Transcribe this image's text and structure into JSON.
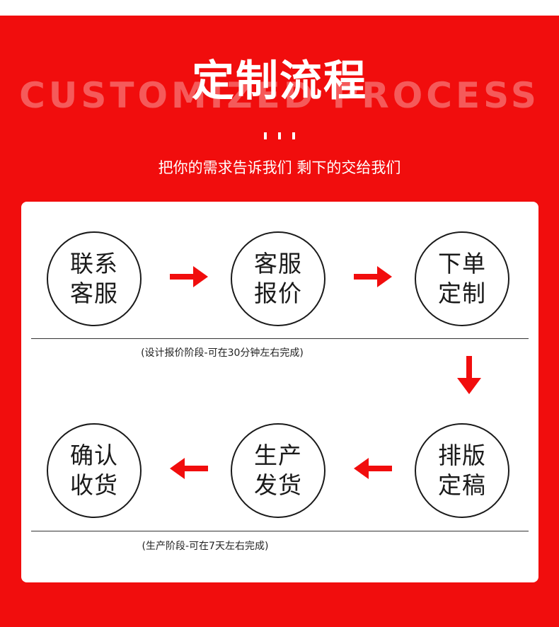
{
  "header": {
    "title": "定制流程",
    "watermark": "CUSTOMIZED PROCESS",
    "subtitle": "把你的需求告诉我们 剩下的交给我们"
  },
  "steps_row1": [
    {
      "line1": "联系",
      "line2": "客服"
    },
    {
      "line1": "客服",
      "line2": "报价"
    },
    {
      "line1": "下单",
      "line2": "定制"
    }
  ],
  "steps_row2": [
    {
      "line1": "确认",
      "line2": "收货"
    },
    {
      "line1": "生产",
      "line2": "发货"
    },
    {
      "line1": "排版",
      "line2": "定稿"
    }
  ],
  "notes": {
    "design_stage": "(设计报价阶段-可在30分钟左右完成)",
    "production_stage": "(生产阶段-可在7天左右完成)"
  },
  "colors": {
    "brand_red": "#f10d0d",
    "text_dark": "#1a1a1a",
    "white": "#ffffff"
  },
  "icons": {
    "arrow_right": "arrow-right-icon",
    "arrow_down": "arrow-down-icon",
    "arrow_left": "arrow-left-icon"
  }
}
